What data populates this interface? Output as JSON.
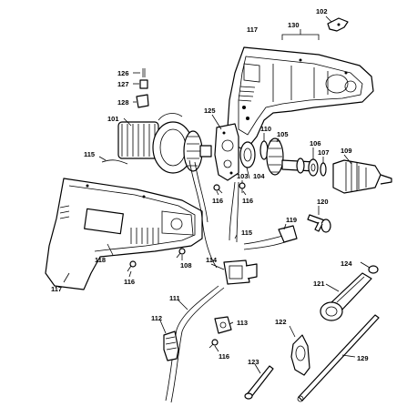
{
  "parts": [
    {
      "id": "p101",
      "label": "101"
    },
    {
      "id": "p102",
      "label": "102"
    },
    {
      "id": "p103",
      "label": "103"
    },
    {
      "id": "p104",
      "label": "104"
    },
    {
      "id": "p105",
      "label": "105"
    },
    {
      "id": "p106",
      "label": "106"
    },
    {
      "id": "p107",
      "label": "107"
    },
    {
      "id": "p108",
      "label": "108"
    },
    {
      "id": "p109",
      "label": "109"
    },
    {
      "id": "p110",
      "label": "110"
    },
    {
      "id": "p111",
      "label": "111"
    },
    {
      "id": "p112",
      "label": "112"
    },
    {
      "id": "p113",
      "label": "113"
    },
    {
      "id": "p114",
      "label": "114"
    },
    {
      "id": "p115a",
      "label": "115"
    },
    {
      "id": "p115b",
      "label": "115"
    },
    {
      "id": "p116a",
      "label": "116"
    },
    {
      "id": "p116b",
      "label": "116"
    },
    {
      "id": "p116c",
      "label": "116"
    },
    {
      "id": "p116d",
      "label": "116"
    },
    {
      "id": "p117a",
      "label": "117"
    },
    {
      "id": "p117b",
      "label": "117"
    },
    {
      "id": "p118",
      "label": "118"
    },
    {
      "id": "p119",
      "label": "119"
    },
    {
      "id": "p120",
      "label": "120"
    },
    {
      "id": "p121",
      "label": "121"
    },
    {
      "id": "p122",
      "label": "122"
    },
    {
      "id": "p123",
      "label": "123"
    },
    {
      "id": "p124",
      "label": "124"
    },
    {
      "id": "p125",
      "label": "125"
    },
    {
      "id": "p126",
      "label": "126"
    },
    {
      "id": "p127",
      "label": "127"
    },
    {
      "id": "p128",
      "label": "128"
    },
    {
      "id": "p129",
      "label": "129"
    },
    {
      "id": "p130",
      "label": "130"
    }
  ]
}
